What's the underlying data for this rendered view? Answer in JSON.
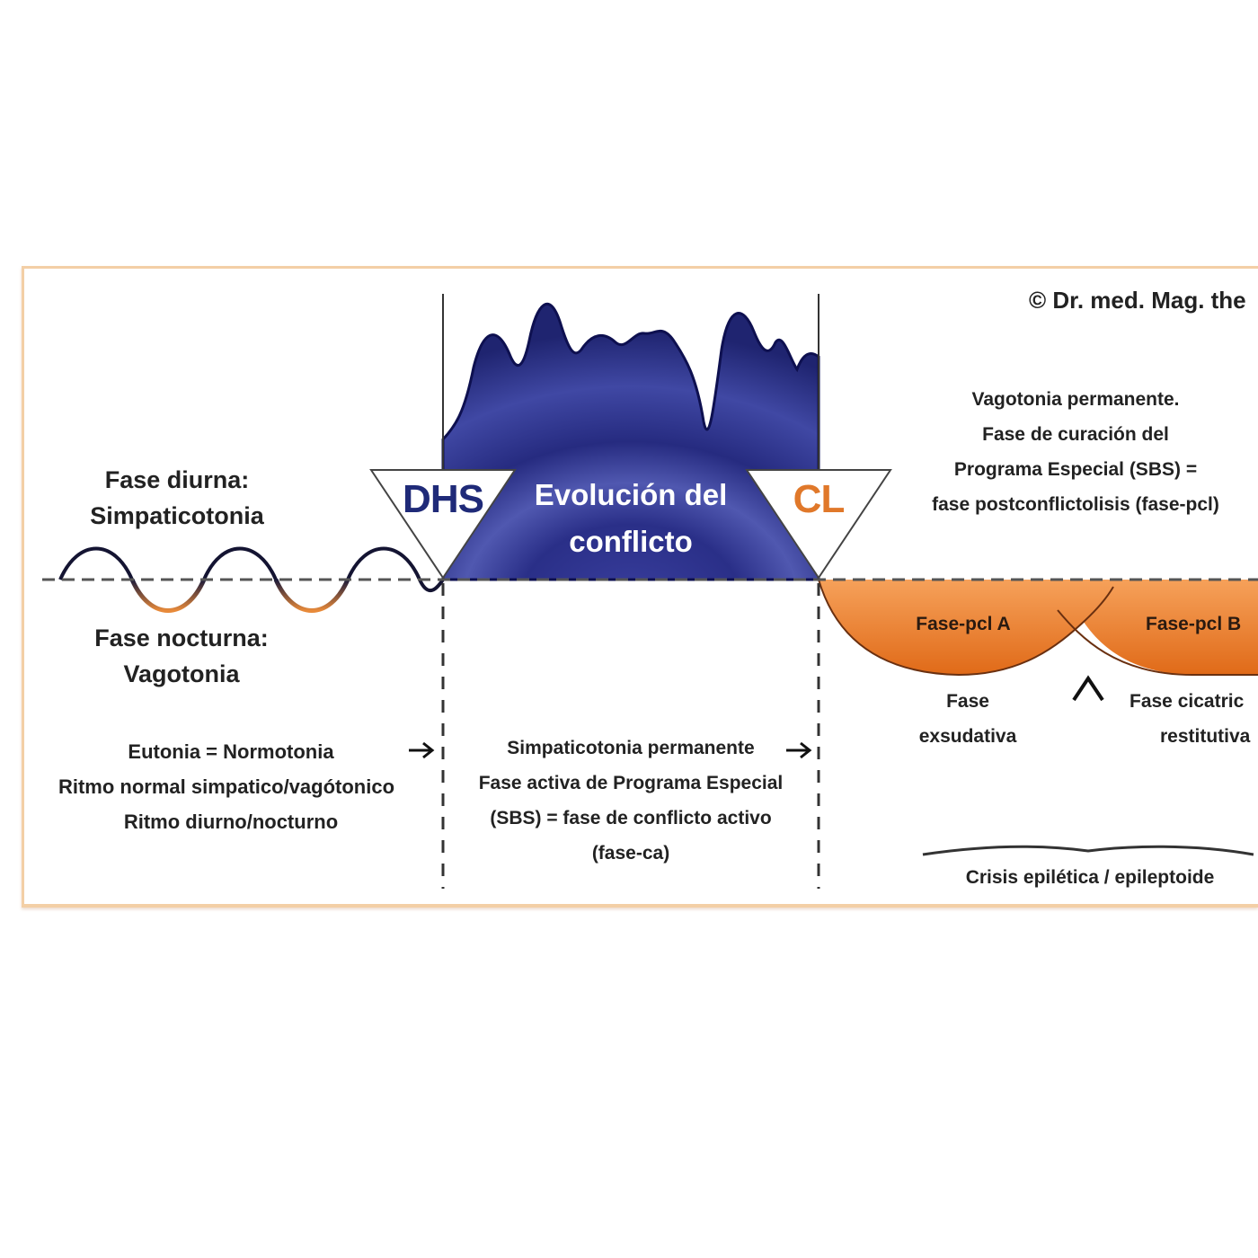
{
  "copyright": "© Dr. med. Mag. the",
  "left": {
    "day_title": "Fase diurna:",
    "day_sub": "Simpaticotonia",
    "night_title": "Fase nocturna:",
    "night_sub": "Vagotonia",
    "note_lines": [
      "Eutonia = Normotonia",
      "Ritmo normal simpatico/vagótonico",
      "Ritmo diurno/nocturno"
    ]
  },
  "dhs": "DHS",
  "cl": "CL",
  "middle": {
    "title_line1": "Evolución del",
    "title_line2": "conflicto",
    "note_lines": [
      "Simpaticotonia permanente",
      "Fase activa de Programa Especial",
      "(SBS) = fase de conflicto activo",
      "(fase-ca)"
    ]
  },
  "right": {
    "top_lines": [
      "Vagotonia permanente.",
      "Fase de curación del",
      "Programa Especial (SBS) =",
      "fase postconflictolisis (fase-pcl)"
    ],
    "pcl_a": "Fase-pcl A",
    "pcl_b": "Fase-pcl B",
    "exud_line1": "Fase",
    "exud_line2": "exsudativa",
    "cicat_line1": "Fase cicatric",
    "cicat_line2": "restitutiva",
    "crisis": "Crisis epilética / epileptoide"
  },
  "colors": {
    "navy": "#2a2f88",
    "orange": "#e9873a",
    "dhs_text": "#1f2a78",
    "cl_text": "#e0782a"
  }
}
